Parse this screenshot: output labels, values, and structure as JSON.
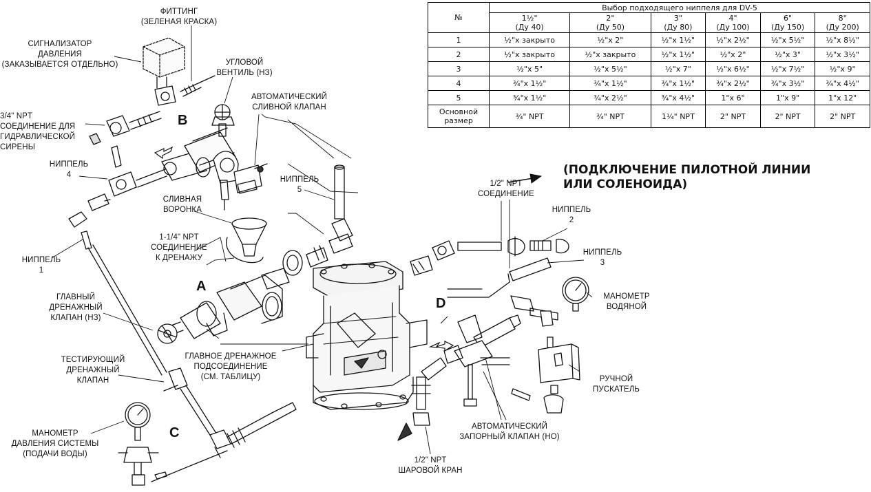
{
  "labels": {
    "fitting": "ФИТТИНГ\n(ЗЕЛЕНАЯ КРАСКА)",
    "alarm": "СИГНАЛИЗАТОР\nДАВЛЕНИЯ\n(ЗАКАЗЫВАЕТСЯ ОТДЕЛЬНО)",
    "angle_valve": "УГЛОВОЙ\nВЕНТИЛЬ (НЗ)",
    "auto_drain": "АВТОМАТИЧЕСКИЙ\nСЛИВНОЙ КЛАПАН",
    "siren": "3/4\" NPT\nСОЕДИНЕНИЕ ДЛЯ\nГИДРАВЛИЧЕСКОЙ\nСИРЕНЫ",
    "nipple4": "НИППЕЛЬ\n4",
    "nipple5": "НИППЕЛЬ\n5",
    "drain_funnel": "СЛИВНАЯ\nВОРОНКА",
    "drain_conn": "1-1/4\" NPT\nСОЕДИНЕНИЕ\nК ДРЕНАЖУ",
    "nipple1": "НИППЕЛЬ\n1",
    "main_drain_valve": "ГЛАВНЫЙ\nДРЕНАЖНЫЙ\nКЛАПАН (НЗ)",
    "main_drain_conn": "ГЛАВНОЕ ДРЕНАЖНОЕ\nПОДСОЕДИНЕНИЕ\n(СМ. ТАБЛИЦУ)",
    "test_drain": "ТЕСТИРУЮЩИЙ\nДРЕНАЖНЫЙ\nКЛАПАН",
    "system_gauge": "МАНОМЕТР\nДАВЛЕНИЯ СИСТЕМЫ\n(ПОДАЧИ ВОДЫ)",
    "npt_half": "1/2\" NPT\nСОЕДИНЕНИЕ",
    "nipple2": "НИППЕЛЬ\n2",
    "nipple3": "НИППЕЛЬ\n3",
    "water_gauge": "МАНОМЕТР\nВОДЯНОЙ",
    "manual_starter": "РУЧНОЙ\nПУСКАТЕЛЬ",
    "auto_shutoff": "АВТОМАТИЧЕСКИЙ\nЗАПОРНЫЙ КЛАПАН (НО)",
    "ball_valve": "1/2\" NPT\nШАРОВОЙ КРАН",
    "pilot": "(ПОДКЛЮЧЕНИЕ ПИЛОТНОЙ ЛИНИИ\n ИЛИ СОЛЕНОИДА)",
    "letter_a": "A",
    "letter_b": "B",
    "letter_c": "C",
    "letter_d": "D"
  },
  "table": {
    "number_header": "№",
    "title": "Выбор подходящего ниппеля для DV-5",
    "sizes": [
      {
        "inch": "1½\"",
        "dn": "(Ду 40)"
      },
      {
        "inch": "2\"",
        "dn": "(Ду 50)"
      },
      {
        "inch": "3\"",
        "dn": "(Ду 80)"
      },
      {
        "inch": "4\"",
        "dn": "(Ду 100)"
      },
      {
        "inch": "6\"",
        "dn": "(Ду 150)"
      },
      {
        "inch": "8\"",
        "dn": "(Ду 200)"
      }
    ],
    "rows": [
      {
        "num": "1",
        "cells": [
          "½\"x закрыто",
          "½\"x 2\"",
          "½\"x 1½\"",
          "½\"x 2½\"",
          "½\"x 5½\"",
          "½\"x 8½\""
        ]
      },
      {
        "num": "2",
        "cells": [
          "½\"x закрыто",
          "½\"x закрыто",
          "½\"x 1½\"",
          "½\"x 2\"",
          "½\"x 3\"",
          "½\"x 3½\""
        ]
      },
      {
        "num": "3",
        "cells": [
          "½\"x 5\"",
          "½\"x 5½\"",
          "½\"x 7\"",
          "½\"x 6½\"",
          "½\"x 7½\"",
          "½\"x 9\""
        ]
      },
      {
        "num": "4",
        "cells": [
          "¾\"x 1½\"",
          "¾\"x 1½\"",
          "¾\"x 1½\"",
          "¾\"x 2½\"",
          "¾\"x 3½\"",
          "¾\"x 4½\""
        ]
      },
      {
        "num": "5",
        "cells": [
          "¾\"x 1½\"",
          "¾\"x 2½\"",
          "¾\"x 4½\"",
          "1\"x 6\"",
          "1\"x 9\"",
          "1\"x 12\""
        ]
      }
    ],
    "base_row": {
      "label": "Основной\nразмер",
      "cells": [
        "¾\" NPT",
        "¾\" NPT",
        "1¼\" NPT",
        "2\" NPT",
        "2\" NPT",
        "2\" NPT"
      ]
    }
  }
}
